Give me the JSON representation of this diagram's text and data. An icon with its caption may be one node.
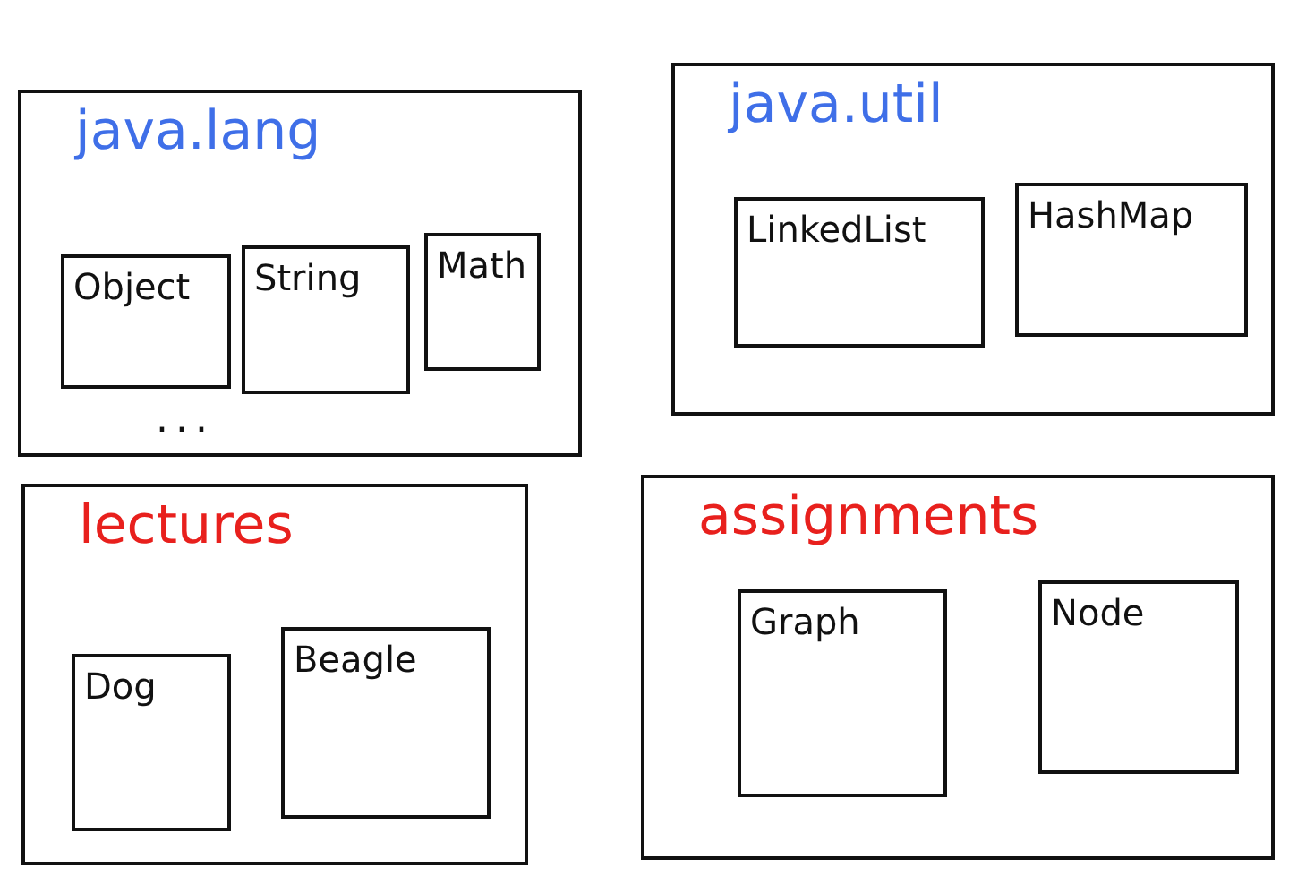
{
  "diagram": {
    "nodes": [
      {
        "text": [
          "java.lang"
        ]
      },
      {
        "text": [
          "Object"
        ],
        "in": 0
      },
      {
        "text": [
          "String"
        ],
        "in": 0
      },
      {
        "text": [
          "Math"
        ],
        "in": 0
      },
      {
        "text": [
          "java.util"
        ]
      },
      {
        "text": [
          "LinkedList"
        ],
        "in": 4
      },
      {
        "text": [
          "HashMap"
        ],
        "in": 4
      },
      {
        "text": [
          "lectures"
        ]
      },
      {
        "text": [
          "Dog"
        ],
        "in": 7
      },
      {
        "text": [
          "Beagle"
        ],
        "in": 7
      },
      {
        "text": [
          "assignments"
        ]
      },
      {
        "text": [
          "Graph"
        ],
        "in": 10
      },
      {
        "text": [
          "Node"
        ],
        "in": 10
      }
    ],
    "edges": [],
    "labels": [
      "..."
    ]
  }
}
